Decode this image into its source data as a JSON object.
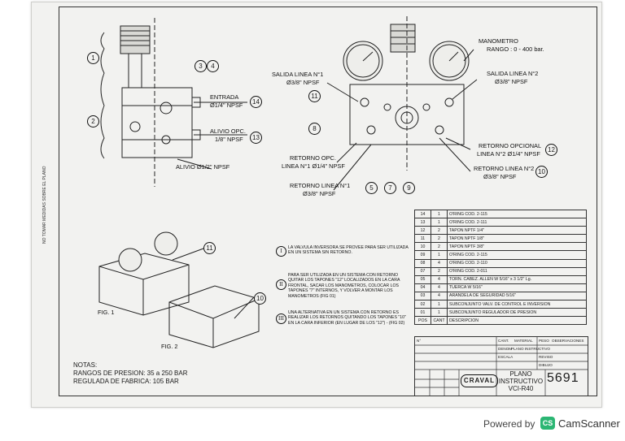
{
  "callouts": {
    "manometro": "MANOMETRO",
    "rango": "RANGO : 0 - 400 bar.",
    "salida1": "SALIDA LINEA N°1",
    "salida1_size": "Ø3/8\" NPSF",
    "salida2": "SALIDA LINEA N°2",
    "salida2_size": "Ø3/8\" NPSF",
    "entrada": "ENTRADA",
    "entrada_size": "Ø1/4\" NPSF",
    "alivio_opc": "ALIVIO OPC.",
    "alivio_opc_size": "1/8\" NPSF",
    "alivio": "ALIVIO Ø1/2\" NPSF",
    "retorno_opc_l1": "RETORNO OPC.",
    "retorno_opc_l1_b": "LINEA N°1 Ø1/4\" NPSF",
    "retorno_l1": "RETORNO LINEA N°1",
    "retorno_l1_size": "Ø3/8\" NPSF",
    "retorno_opcional": "RETORNO OPCIONAL",
    "retorno_opcional_b": "LINEA N°2 Ø1/4\" NPSF",
    "retorno_l2": "RETORNO LINEA N°2",
    "retorno_l2_size": "Ø3/8\" NPSF"
  },
  "balloons": [
    "1",
    "2",
    "3",
    "4",
    "14",
    "13",
    "11",
    "8",
    "5",
    "7",
    "9",
    "12",
    "10",
    "11",
    "10"
  ],
  "figures": {
    "fig1": "FIG. 1",
    "fig2": "FIG. 2"
  },
  "remarks": [
    {
      "roman": "I",
      "text": "LA VALVULA INVERSORA SE PROVEE PARA SER UTILIZADA EN UN SISTEMA SIN RETORNO."
    },
    {
      "roman": "II",
      "text": "PARA SER UTILIZADA EN UN SISTEMA CON RETORNO QUITAR LOS TAPONES \"12\" LOCALIZADOS EN LA CARA FRONTAL, SACAR LOS MANOMETROS, COLOCAR LOS TAPONES \"7\" INTERNOS, Y VOLVER A MONTAR LOS MANOMETROS (FIG 01)"
    },
    {
      "roman": "III",
      "text": "UNA ALTERNATIVA EN UN SISTEMA CON RETORNO ES REALIZAR LOS RETORNOS QUITANDO LOS TAPONES \"10\" EN LA CARA INFERIOR (EN LUGAR DE LOS \"12\") - (FIG 02)"
    }
  ],
  "bom": {
    "headers": [
      "POS",
      "CANT",
      "DESCRIPCION"
    ],
    "rows": [
      [
        "14",
        "1",
        "O'RING COD. 2-115"
      ],
      [
        "13",
        "1",
        "O'RING COD. 2-111"
      ],
      [
        "12",
        "2",
        "TAPON NPTF 1/4\""
      ],
      [
        "11",
        "2",
        "TAPON NPTF 1/8\""
      ],
      [
        "10",
        "2",
        "TAPON NPTF 3/8\""
      ],
      [
        "09",
        "1",
        "O'RING COD. 2-115"
      ],
      [
        "08",
        "4",
        "O'RING COD. 2-110"
      ],
      [
        "07",
        "2",
        "O'RING COD. 2-011"
      ],
      [
        "05",
        "4",
        "TORN. CABEZ. ALLEN W 5/16\" x 3 1/2\" Lg."
      ],
      [
        "04",
        "4",
        "TUERCA W 5/16\""
      ],
      [
        "03",
        "4",
        "ARANDELA DE SEGURIDAD 5/16\""
      ],
      [
        "02",
        "1",
        "SUBCONJUNTO VALV. DE CONTROL E INVERSION"
      ],
      [
        "01",
        "1",
        "SUBCONJUNTO REGULADOR DE PRESION"
      ]
    ]
  },
  "notes": {
    "title": "NOTAS:",
    "line1": "RANGOS DE PRESION: 35 a 250 BAR",
    "line2": "REGULADA DE FABRICA: 105 BAR"
  },
  "title_block": {
    "logo": "CRAVAL",
    "plano": "PLANO",
    "instructivo": "INSTRUCTIVO",
    "model": "VCI-R40",
    "number": "5691",
    "small": [
      "N°",
      "CANT.",
      "MATERIAL",
      "PESO",
      "OBSERVACIONES",
      "DENOM",
      "PLANO INSTRUCTIVO",
      "ESCALA",
      "REVISO",
      "DIBUJO"
    ]
  },
  "side_text": "NO TOMAR MEDIDAS SOBRE EL PLANO",
  "footer": {
    "powered_by": "Powered by",
    "app_badge": "CS",
    "app_name": "CamScanner"
  },
  "colors": {
    "paper": "#f2f2f0",
    "ink": "#111111",
    "cs_green": "#2bb673"
  }
}
